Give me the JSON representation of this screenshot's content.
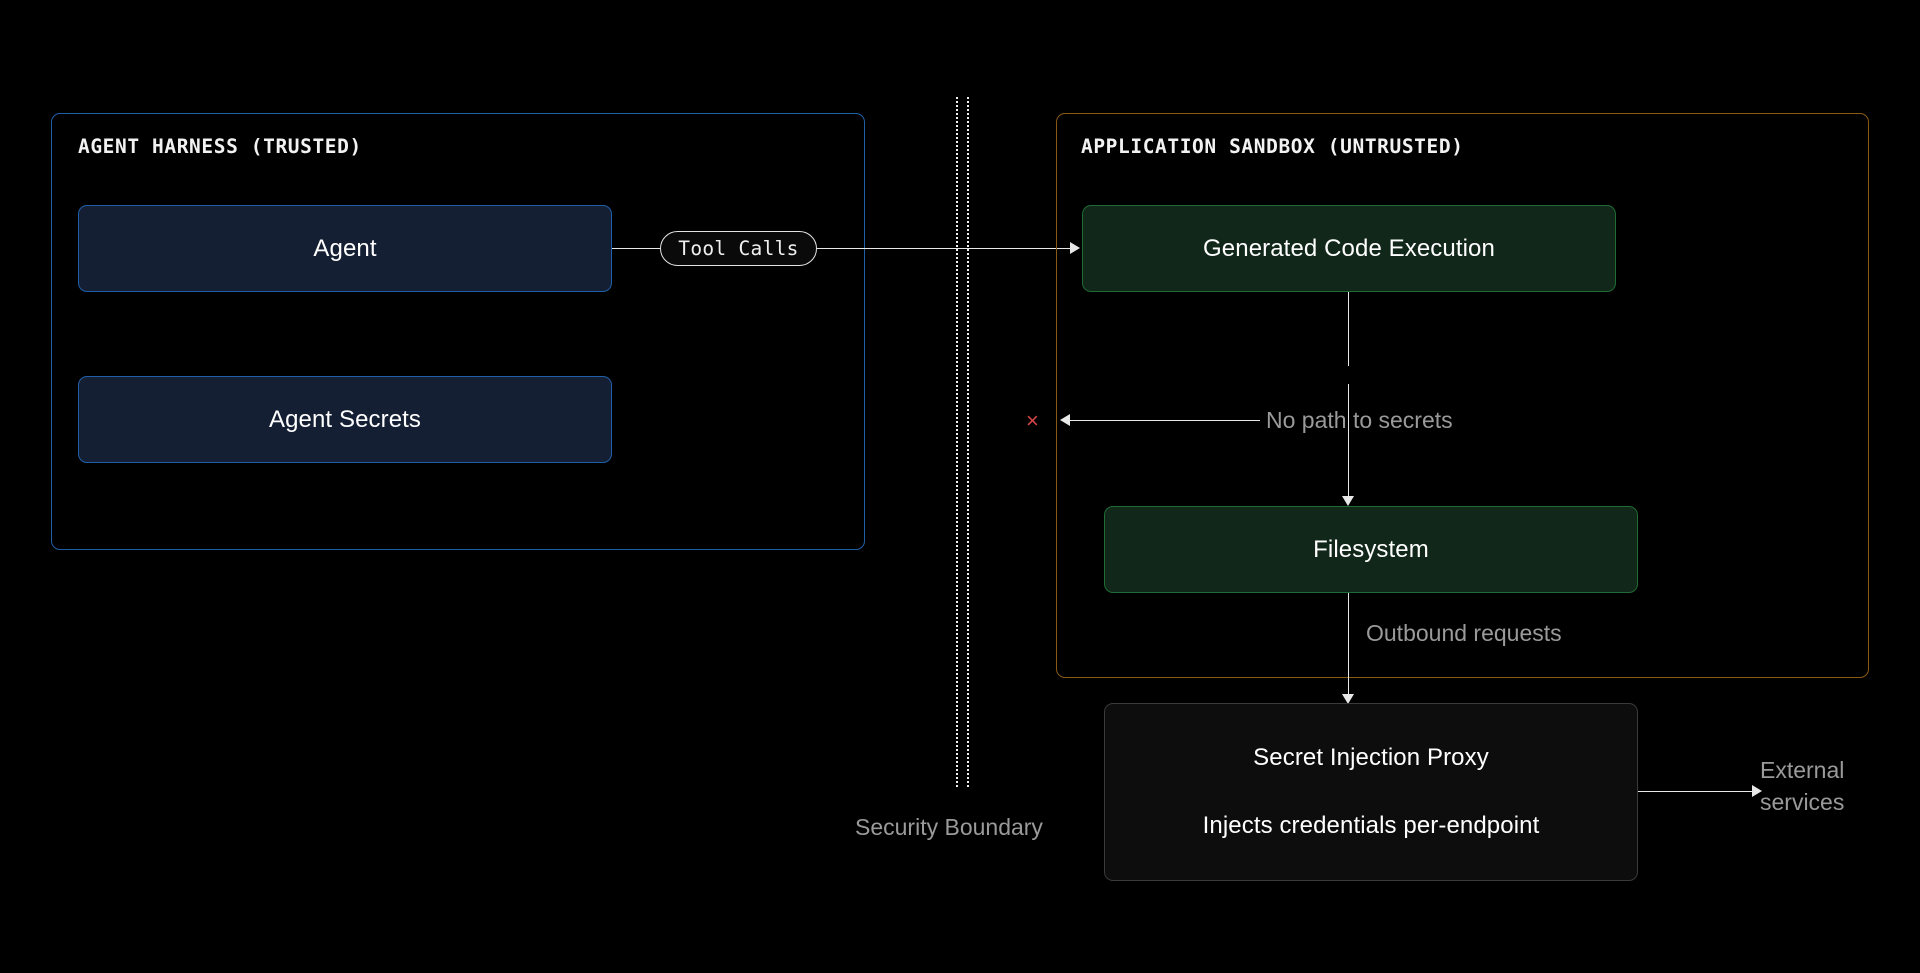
{
  "diagram": {
    "title": "Agent Harness and Application Sandbox security architecture",
    "background_color": "#000000"
  },
  "groups": [
    {
      "id": "agent-harness",
      "title": "AGENT HARNESS (TRUSTED)",
      "border_color": "#1f5fa8",
      "trust": "trusted"
    },
    {
      "id": "application-sandbox",
      "title": "APPLICATION SANDBOX (UNTRUSTED)",
      "border_color": "#8a5a12",
      "trust": "untrusted"
    }
  ],
  "nodes": {
    "agent": {
      "label": "Agent",
      "fill": "#141f33",
      "border": "#1f5fa8"
    },
    "agent_secrets": {
      "label": "Agent Secrets",
      "fill": "#141f33",
      "border": "#1f5fa8"
    },
    "code_execution": {
      "label": "Generated Code Execution",
      "fill": "#11271a",
      "border": "#1f6b33"
    },
    "filesystem": {
      "label": "Filesystem",
      "fill": "#11271a",
      "border": "#1f6b33"
    },
    "secret_proxy": {
      "label": "Secret Injection Proxy",
      "sublabel": "Injects credentials per-endpoint",
      "fill": "#0d0d0d",
      "border": "#3a3a3a"
    }
  },
  "edges": {
    "tool_calls": {
      "label": "Tool Calls",
      "style": "pill-monospace"
    },
    "no_path_to_secrets": {
      "label": "No path to secrets",
      "blocked": true,
      "marker": "×",
      "marker_color": "#d64545"
    },
    "outbound_requests": {
      "label": "Outbound requests"
    },
    "external_services": {
      "label_line1": "External",
      "label_line2": "services"
    }
  },
  "boundary": {
    "label": "Security Boundary",
    "style": "double-dotted-vertical",
    "color": "#f0f0f0"
  }
}
